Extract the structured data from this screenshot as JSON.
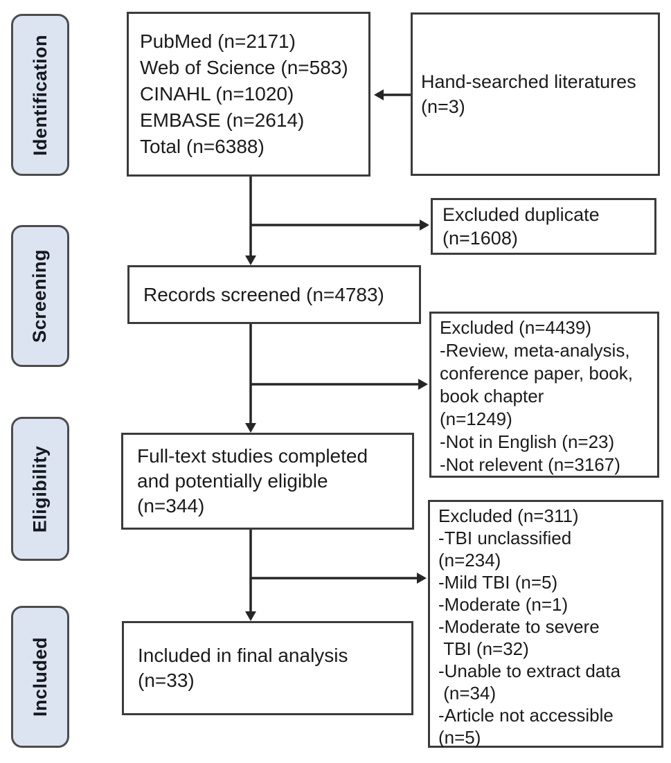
{
  "diagram": {
    "title": "PRISMA study selection flow diagram",
    "stages": [
      {
        "label": "Identification"
      },
      {
        "label": "Screening"
      },
      {
        "label": "Eligibility"
      },
      {
        "label": "Included"
      }
    ],
    "boxes": {
      "sources": {
        "text": "PubMed (n=2171)\nWeb of Science (n=583)\nCINAHL (n=1020)\nEMBASE (n=2614)\nTotal (n=6388)"
      },
      "hand_searched": {
        "text": "Hand-searched literatures\n(n=3)"
      },
      "excluded_duplicate": {
        "text": "Excluded duplicate\n(n=1608)"
      },
      "records_screened": {
        "text": "Records screened (n=4783)"
      },
      "excluded_screening": {
        "text": "Excluded (n=4439)\n-Review, meta-analysis,\nconference paper, book,\nbook chapter\n(n=1249)\n-Not in English (n=23)\n-Not relevent (n=3167)"
      },
      "full_text_eligible": {
        "text": "Full-text studies completed\nand potentially eligible\n(n=344)"
      },
      "excluded_eligibility": {
        "text": "Excluded (n=311)\n-TBI unclassified\n(n=234)\n-Mild TBI (n=5)\n-Moderate (n=1)\n-Moderate to severe\n TBI (n=32)\n-Unable to extract data\n (n=34)\n-Article not accessible\n(n=5)"
      },
      "included_final": {
        "text": "Included in final analysis\n(n=33)"
      }
    },
    "colors": {
      "stage_fill": "#dde4f1",
      "stage_border": "#4c4c4c",
      "box_border": "#3b3b3b",
      "arrow": "#262626",
      "text": "#1b1b1b",
      "background": "#ffffff"
    }
  }
}
